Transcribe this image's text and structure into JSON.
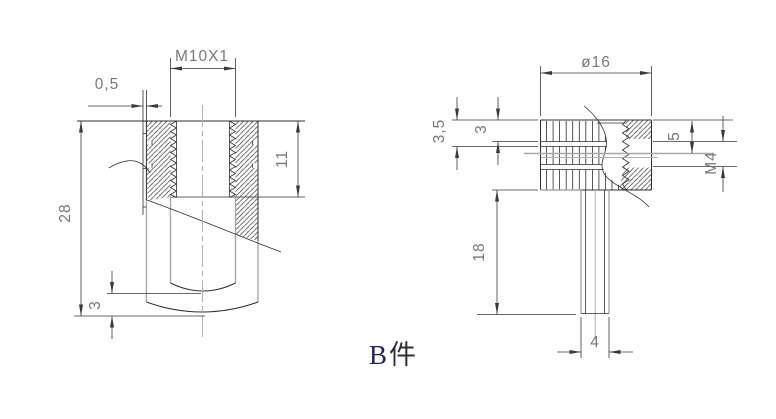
{
  "drawing": {
    "caption": {
      "part_letter": "B",
      "part_word": "件"
    },
    "left_view": {
      "name": "threaded-cap-full-section",
      "dims": {
        "thread": "M10X1",
        "slot_width": "0,5",
        "overall_height": "28",
        "thread_depth": "11",
        "base_thickness": "3"
      }
    },
    "right_view": {
      "name": "knurled-screw-partial-section",
      "dims": {
        "head_diameter": "ø16",
        "band_height": "3",
        "groove_offset": "3,5",
        "hole_axis_offset": "5",
        "hole_thread": "M4",
        "stem_length": "18",
        "stem_diameter": "4"
      }
    }
  }
}
